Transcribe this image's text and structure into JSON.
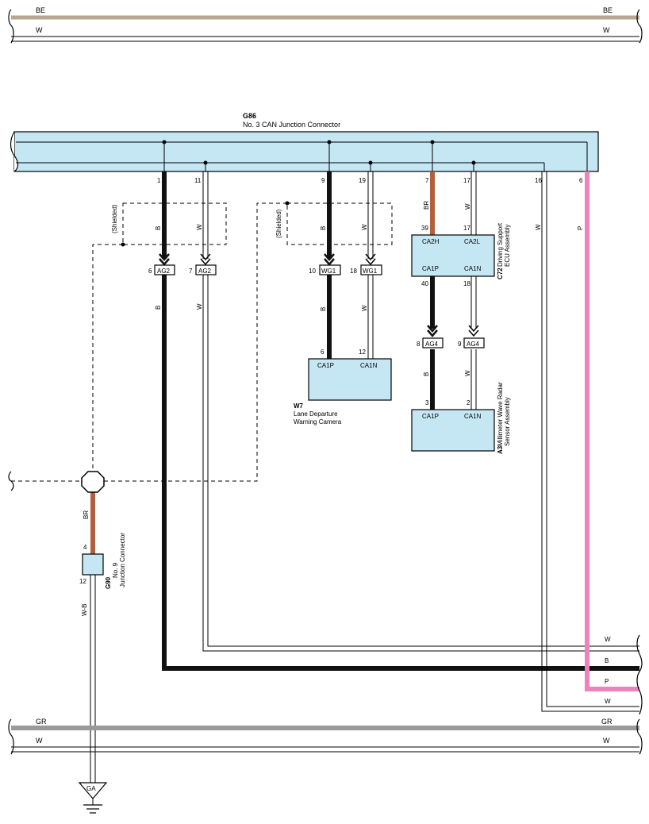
{
  "colors": {
    "BE": "#b9a68e",
    "W": "#ffffff",
    "B": "#111111",
    "BR": "#b0603c",
    "P": "#ee82bb",
    "GR": "#9a9a9a",
    "block": "#c5e6f3"
  },
  "bus_top": {
    "be_left": "BE",
    "be_right": "BE",
    "w_left": "W",
    "w_right": "W"
  },
  "bus_bottom": {
    "gr_left": "GR",
    "gr_right": "GR",
    "w_left": "W",
    "w_right": "W"
  },
  "g86": {
    "code": "G86",
    "name": "No.  3 CAN Junction Connector",
    "pins": {
      "p1": "1",
      "p11": "11",
      "p9": "9",
      "p19": "19",
      "p7": "7",
      "p17": "17",
      "p16": "16",
      "p6": "6"
    }
  },
  "wire_labels": {
    "b": "B",
    "w": "W",
    "br": "BR",
    "p": "P",
    "wb": "W-B"
  },
  "shielded": "(Shielded)",
  "connectors": {
    "ag2": "AG2",
    "wg1": "WG1",
    "ag4": "AG4"
  },
  "pin_nums": {
    "ag2_b": "6",
    "ag2_w": "7",
    "wg1_b": "10",
    "wg1_w": "18",
    "ag4_b": "8",
    "ag4_w": "9",
    "c72_39": "39",
    "c72_17": "17",
    "c72_40": "40",
    "c72_18": "18",
    "w7_6": "6",
    "w7_12": "12",
    "a3_3": "3",
    "a3_2": "2",
    "g90_4": "4",
    "g90_12": "12"
  },
  "c72": {
    "code": "C72",
    "name1": "Driving Support",
    "name2": "ECU Assembly",
    "ca2h": "CA2H",
    "ca2l": "CA2L",
    "ca1p": "CA1P",
    "ca1n": "CA1N"
  },
  "w7": {
    "code": "W7",
    "name1": "Lane Departure",
    "name2": "Warning Camera",
    "ca1p": "CA1P",
    "ca1n": "CA1N"
  },
  "a3": {
    "code": "A3",
    "name1": "Millimeter Wave Radar",
    "name2": "Sensor Assembly",
    "ca1p": "CA1P",
    "ca1n": "CA1N"
  },
  "g90": {
    "code": "G90",
    "name1": "No.  9",
    "name2": "Junction Connector"
  },
  "ground": "GA",
  "right_labels": {
    "w1": "W",
    "b": "B",
    "p": "P",
    "w2": "W"
  }
}
